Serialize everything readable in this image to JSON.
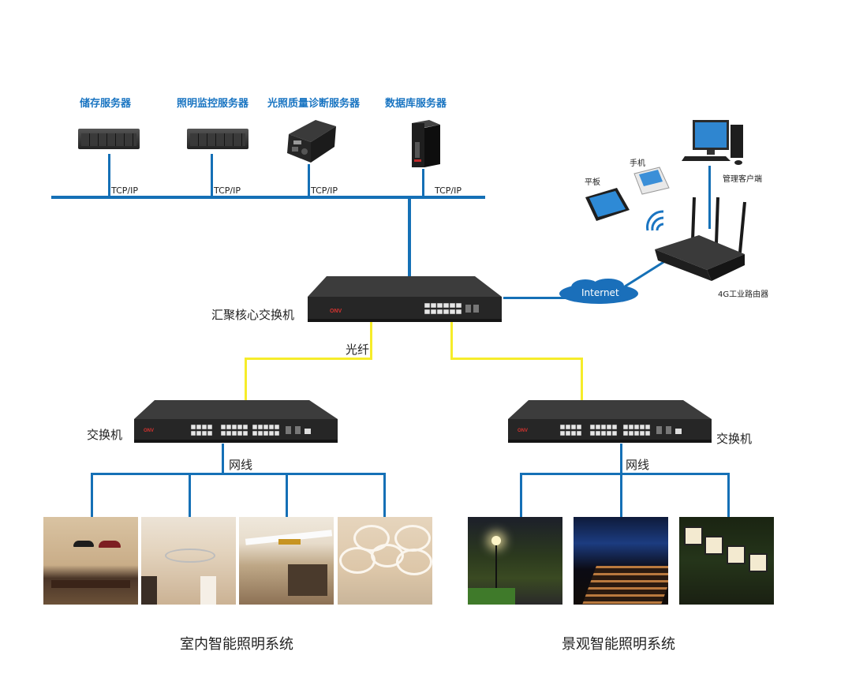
{
  "servers": [
    {
      "label": "储存服务器",
      "link": "TCP/IP",
      "icon": "rack-server-icon"
    },
    {
      "label": "照明监控服务器",
      "link": "TCP/IP",
      "icon": "rack-server-icon"
    },
    {
      "label": "光照质量诊断服务器",
      "link": "TCP/IP",
      "icon": "diagnostic-box-icon"
    },
    {
      "label": "数据库服务器",
      "link": "TCP/IP",
      "icon": "tower-server-icon"
    }
  ],
  "core_switch": {
    "label": "汇聚核心交换机",
    "brand": "ONV"
  },
  "fiber_label": "光纤",
  "internet_label": "Internet",
  "remote": {
    "tablet": "平板",
    "phone": "手机",
    "client": "管理客户端",
    "router": "4G工业路由器"
  },
  "access_switches": [
    {
      "label": "交换机",
      "cable_label": "网线",
      "brand": "ONV"
    },
    {
      "label": "交换机",
      "cable_label": "网线",
      "brand": "ONV"
    }
  ],
  "systems": [
    {
      "title": "室内智能照明系统",
      "photos": [
        "pendant-lamps-dining",
        "ceiling-chandelier-corridor",
        "mirror-wall-light",
        "ring-ceiling-light"
      ]
    },
    {
      "title": "景观智能照明系统",
      "photos": [
        "street-lamp-park",
        "lit-walkway-steps",
        "garden-lantern-lights"
      ]
    }
  ],
  "colors": {
    "ethernet": "#1570b6",
    "fiber": "#f6ec2a",
    "server_label": "#1a75c2"
  }
}
